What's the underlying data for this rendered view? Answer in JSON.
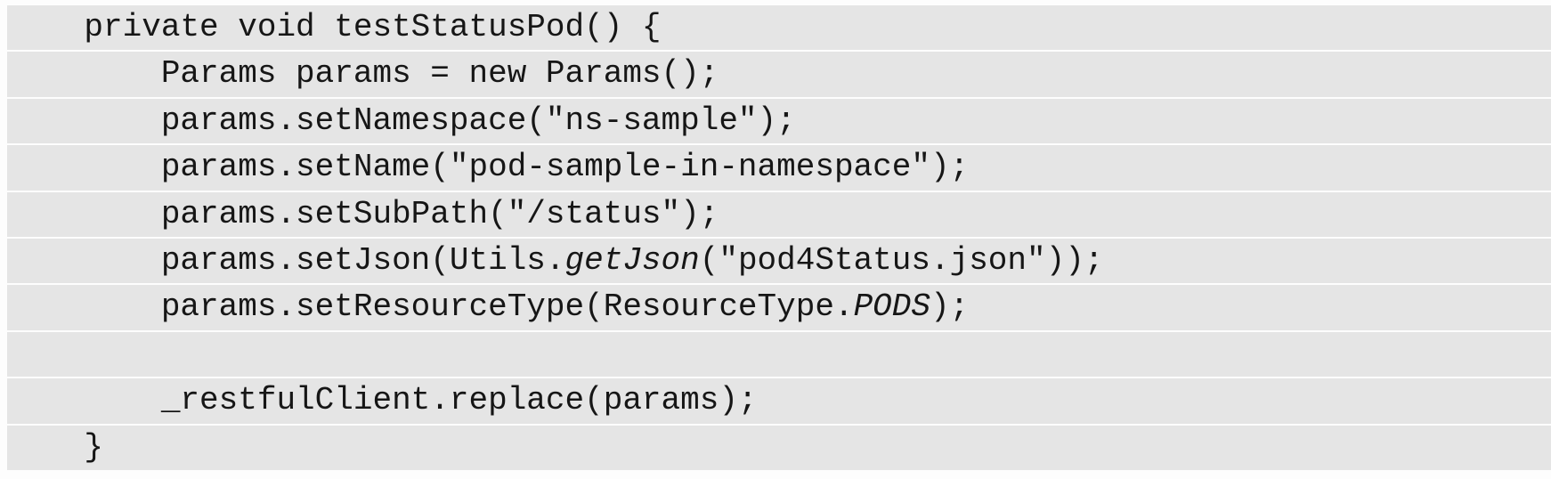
{
  "code_block": {
    "language": "java",
    "colors": {
      "line_background": "#e5e5e5",
      "gap": "#f1f1f1",
      "page_background": "#fdfdfd",
      "text": "#161616"
    },
    "lines": [
      {
        "indent": 4,
        "segments": [
          {
            "text": "private void testStatusPod() {",
            "style": "normal"
          }
        ]
      },
      {
        "indent": 8,
        "segments": [
          {
            "text": "Params params = new Params();",
            "style": "normal"
          }
        ]
      },
      {
        "indent": 8,
        "segments": [
          {
            "text": "params.setNamespace(\"ns-sample\");",
            "style": "normal"
          }
        ]
      },
      {
        "indent": 8,
        "segments": [
          {
            "text": "params.setName(\"pod-sample-in-namespace\");",
            "style": "normal"
          }
        ]
      },
      {
        "indent": 8,
        "segments": [
          {
            "text": "params.setSubPath(\"/status\");",
            "style": "normal"
          }
        ]
      },
      {
        "indent": 8,
        "segments": [
          {
            "text": "params.setJson(Utils.",
            "style": "normal"
          },
          {
            "text": "getJson",
            "style": "italic"
          },
          {
            "text": "(\"pod4Status.json\"));",
            "style": "normal"
          }
        ]
      },
      {
        "indent": 8,
        "segments": [
          {
            "text": "params.setResourceType(ResourceType.",
            "style": "normal"
          },
          {
            "text": "PODS",
            "style": "italic"
          },
          {
            "text": ");",
            "style": "normal"
          }
        ]
      },
      {
        "indent": 0,
        "segments": []
      },
      {
        "indent": 8,
        "segments": [
          {
            "text": "_restfulClient.replace(params);",
            "style": "normal"
          }
        ]
      },
      {
        "indent": 4,
        "segments": [
          {
            "text": "}",
            "style": "normal"
          }
        ]
      }
    ]
  }
}
